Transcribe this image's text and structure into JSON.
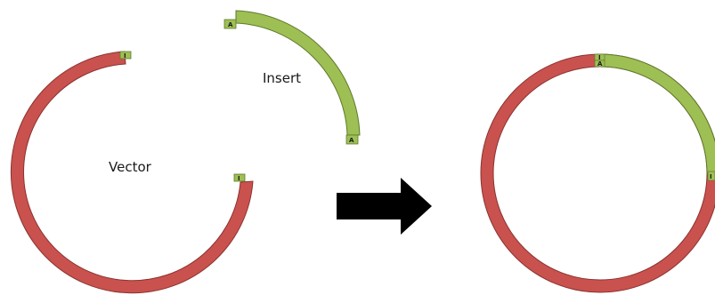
{
  "labels": {
    "vector": "Vector",
    "insert": "Insert"
  },
  "end_marks": {
    "vector_end": "I",
    "insert_end": "A"
  },
  "colors": {
    "vector_fill": "#c9524e",
    "vector_stroke": "#8a3330",
    "insert_fill": "#9dbf54",
    "insert_stroke": "#5f7a2c",
    "arrow": "#000000",
    "background": "#ffffff"
  }
}
